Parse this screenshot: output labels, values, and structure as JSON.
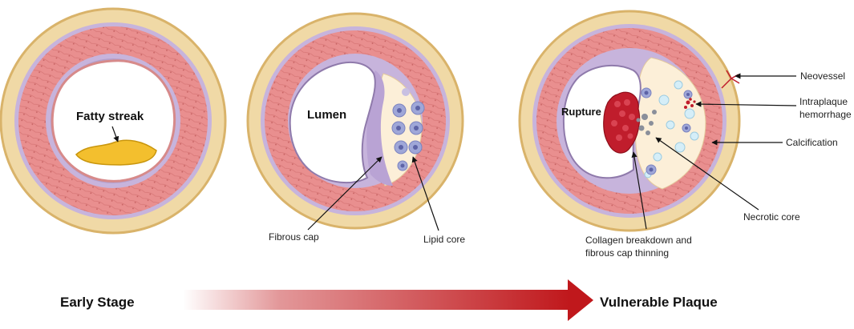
{
  "panels": {
    "early": {
      "label": "Fatty streak"
    },
    "mid": {
      "lumen": "Lumen",
      "fibrous_cap": "Fibrous cap",
      "lipid_core": "Lipid core"
    },
    "late": {
      "rupture": "Rupture",
      "neovessel": "Neovessel",
      "hemorrhage_line1": "Intraplaque",
      "hemorrhage_line2": "hemorrhage",
      "calcification": "Calcification",
      "necrotic_core": "Necrotic core",
      "collagen_line1": "Collagen breakdown and",
      "collagen_line2": "fibrous cap thinning"
    }
  },
  "progression": {
    "start": "Early Stage",
    "end": "Vulnerable Plaque"
  },
  "colors": {
    "adventitia": "#f0d9a6",
    "adventitia_edge": "#d9b36a",
    "media": "#e98f8f",
    "intima": "#c7b4dc",
    "lumen": "#ffffff",
    "fatty_streak": "#f3bf2e",
    "lipid_core": "#fcefd8",
    "rupture": "#c01d2c",
    "arrow": "#c0181c"
  }
}
